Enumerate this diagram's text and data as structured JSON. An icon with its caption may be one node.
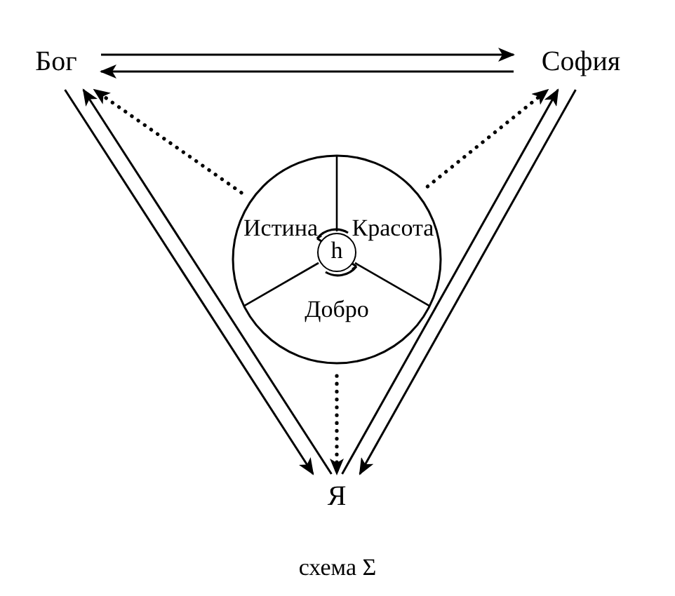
{
  "diagram": {
    "caption": "схема Σ",
    "nodes": [
      {
        "text": [
          "Бог"
        ]
      },
      {
        "text": [
          "София"
        ]
      },
      {
        "text": [],
        "shape": "circle"
      },
      {
        "text": [
          "Истина"
        ],
        "in": 2
      },
      {
        "text": [
          "Красота"
        ],
        "in": 2
      },
      {
        "text": [
          "Добро"
        ],
        "in": 2
      },
      {
        "text": [
          "h"
        ],
        "in": 2
      },
      {
        "text": [
          "Я"
        ]
      }
    ],
    "edges": [
      {
        "from": 0,
        "to": 1,
        "arrow": "to"
      },
      {
        "from": 1,
        "to": 0,
        "arrow": "to"
      },
      {
        "from": 2,
        "to": 0,
        "arrow": "to",
        "style": "dashed"
      },
      {
        "from": 2,
        "to": 1,
        "arrow": "to",
        "style": "dashed"
      },
      {
        "from": 2,
        "to": 7,
        "arrow": "to",
        "style": "dashed"
      },
      {
        "from": 7,
        "to": 0,
        "arrow": "to"
      },
      {
        "from": 0,
        "to": 7,
        "arrow": "to"
      },
      {
        "from": 7,
        "to": 1,
        "arrow": "to"
      },
      {
        "from": 1,
        "to": 7,
        "arrow": "to"
      }
    ]
  }
}
